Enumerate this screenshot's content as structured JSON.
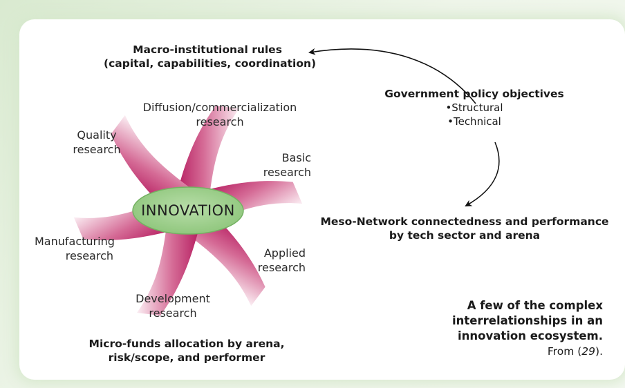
{
  "macro": {
    "line1": "Macro-institutional rules",
    "line2": "(capital, capabilities, coordination)"
  },
  "gov": {
    "title": "Government policy objectives",
    "item1": "•Structural",
    "item2": "•Technical"
  },
  "meso": {
    "line1": "Meso-Network connectedness and performance",
    "line2": "by tech sector and arena"
  },
  "micro": {
    "line1": "Micro-funds allocation by arena,",
    "line2": "risk/scope, and performer"
  },
  "center_label": "INNOVATION",
  "petals": {
    "diffusion": {
      "line1": "Diffusion/commercialization",
      "line2": "research"
    },
    "basic": {
      "line1": "Basic",
      "line2": "research"
    },
    "applied": {
      "line1": "Applied",
      "line2": "research"
    },
    "development": {
      "line1": "Development",
      "line2": "research"
    },
    "manufacturing": {
      "line1": "Manufacturing",
      "line2": "research"
    },
    "quality": {
      "line1": "Quality",
      "line2": "research"
    }
  },
  "caption": {
    "line1": "A few of the complex",
    "line2": "interrelationships in an",
    "line3": "innovation ecosystem.",
    "from_prefix": "From (",
    "ref": "29",
    "from_suffix": ")."
  },
  "colors": {
    "petal_dark": "#b01a5e",
    "petal_light": "#f7e3ec",
    "ellipse_fill": "#9fd08e",
    "ellipse_stroke": "#6fae5e",
    "arrow": "#111111"
  }
}
